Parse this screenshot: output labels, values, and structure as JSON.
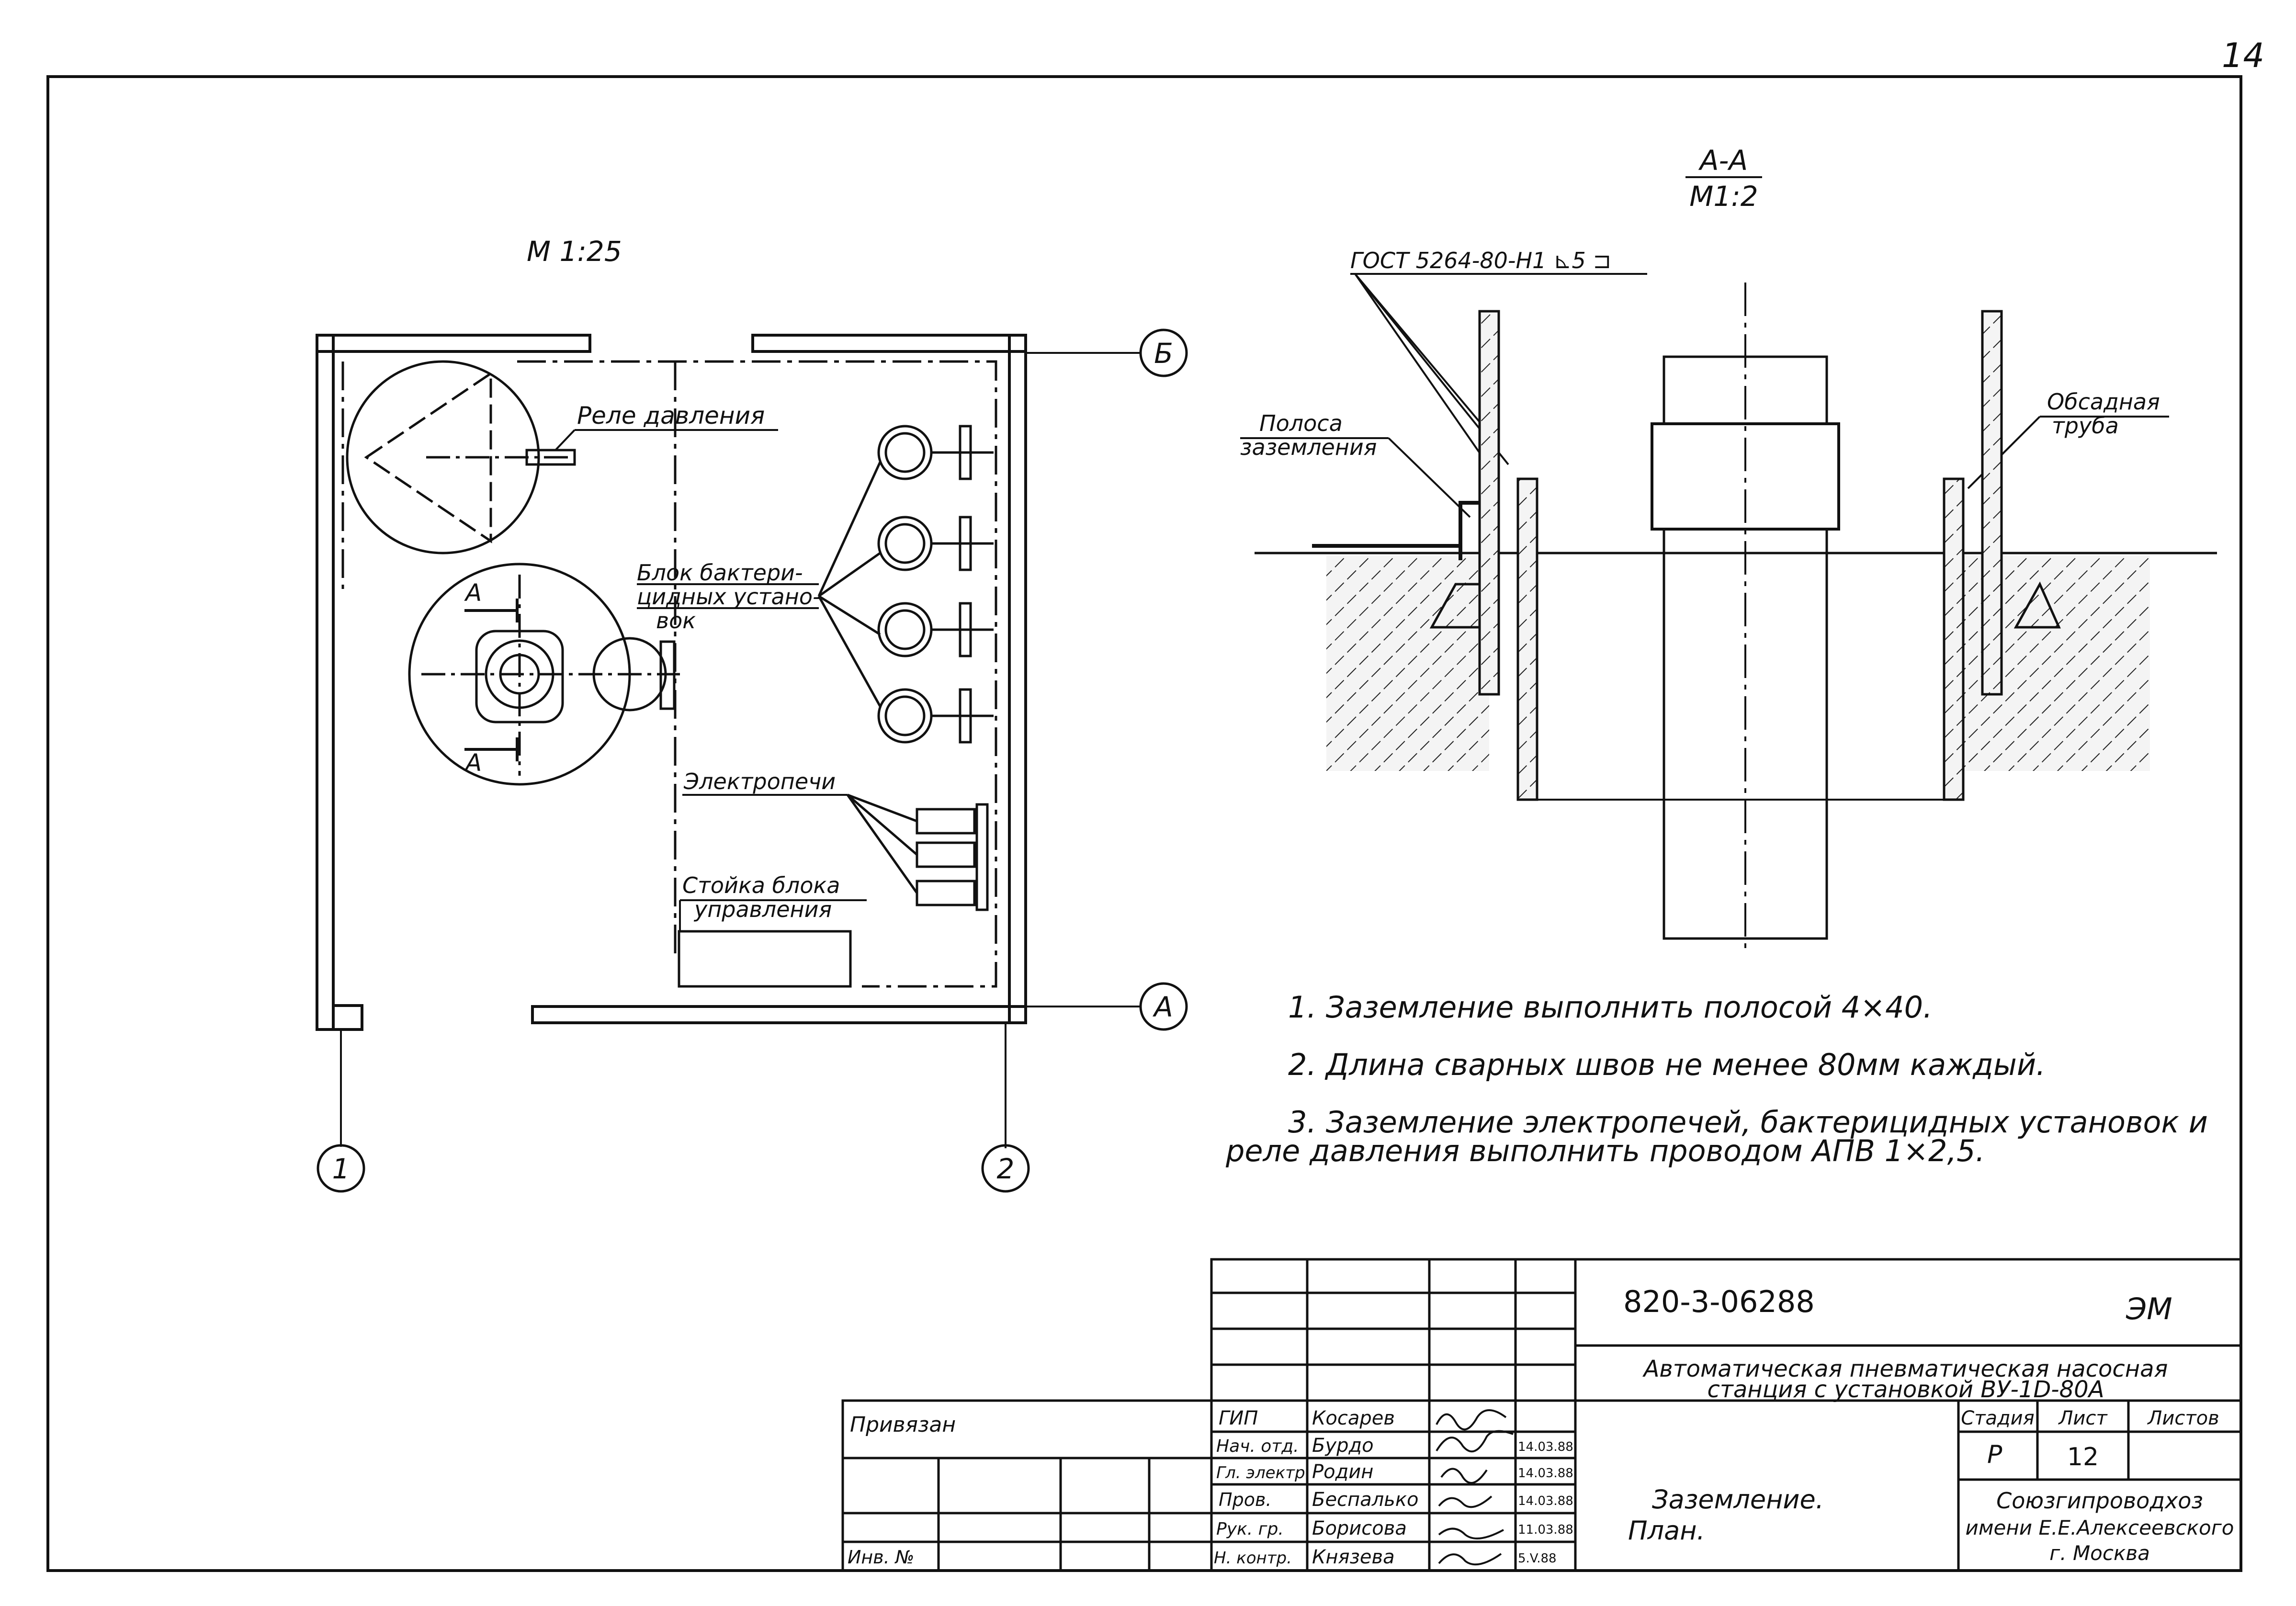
{
  "sheet_number": "14",
  "plan": {
    "scale": "М 1:25",
    "axes": {
      "row_b": "Б",
      "row_a": "А",
      "col_1": "1",
      "col_2": "2"
    },
    "section_mark": "А",
    "labels": {
      "pressure_relay": "Реле давления",
      "bact_1": "Блок бактери-",
      "bact_2": "цидных устано-",
      "bact_3": "вок",
      "furnaces": "Электропечи",
      "rack_1": "Стойка блока",
      "rack_2": "управления"
    }
  },
  "section": {
    "title": "А-А",
    "scale": "М1:2",
    "gost": "ГОСТ 5264-80-Н1 ⊾5 ⊐",
    "strip_1": "Полоса",
    "strip_2": "заземления",
    "casing_1": "Обсадная",
    "casing_2": "труба"
  },
  "notes": [
    "1. Заземление выполнить полосой 4×40.",
    "2. Длина сварных швов не менее 80мм каждый.",
    "3. Заземление электропечей, бактерицидных установок и",
    "реле давления выполнить проводом АПВ 1×2,5."
  ],
  "title_block": {
    "doc_code": "820-3-06288",
    "mark": "ЭМ",
    "title_1": "Автоматическая пневматическая насосная",
    "title_2": "станция с установкой ВУ-1D-80А",
    "drawing_1": "Заземление.",
    "drawing_2": "План.",
    "stage_head": "Стадия",
    "sheet_head": "Лист",
    "sheets_head": "Листов",
    "stage": "Р",
    "sheet": "12",
    "sheets": "",
    "org_1": "Союзгипроводхоз",
    "org_2": "имени Е.Е.Алексеевского",
    "org_3": "г. Москва",
    "bound": "Привязан",
    "inv": "Инв. №",
    "staff": [
      {
        "role": "ГИП",
        "name": "Косарев",
        "date": ""
      },
      {
        "role": "Нач. отд.",
        "name": "Бурдо",
        "date": "14.03.88"
      },
      {
        "role": "Гл. электр",
        "name": "Родин",
        "date": "14.03.88"
      },
      {
        "role": "Пров.",
        "name": "Беспалько",
        "date": "14.03.88"
      },
      {
        "role": "Рук. гр.",
        "name": "Борисова",
        "date": "11.03.88"
      },
      {
        "role": "Н. контр.",
        "name": "Князева",
        "date": "5.V.88"
      }
    ]
  }
}
